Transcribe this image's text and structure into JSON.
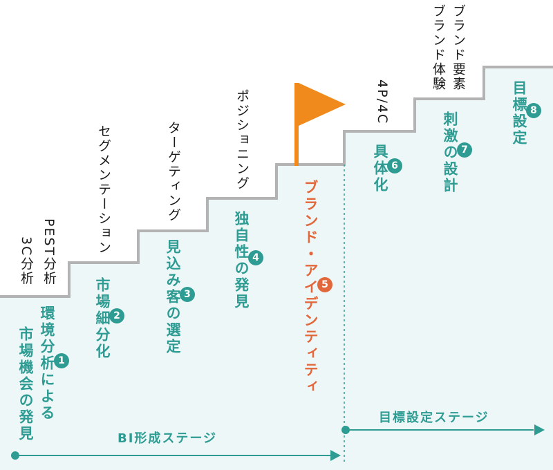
{
  "colors": {
    "step_fill": "#eef7f8",
    "staircase_line": "#b3b3b3",
    "accent": "#2e9c93",
    "highlight": "#e2673b",
    "flag": "#f08a1c",
    "text": "#1a1a1a"
  },
  "steps": [
    {
      "number": "1",
      "label": "環境分析による市場機会の発見",
      "lines": [
        "環境分析による",
        "市場機会の発見"
      ],
      "above": [
        "PEST分析",
        "3C分析"
      ],
      "highlight": false
    },
    {
      "number": "2",
      "label": "市場細分化",
      "lines": [
        "市場細分化"
      ],
      "above": [
        "セグメンテーション"
      ],
      "highlight": false
    },
    {
      "number": "3",
      "label": "見込み客の選定",
      "lines": [
        "見込み客の選定"
      ],
      "above": [
        "ターゲティング"
      ],
      "highlight": false
    },
    {
      "number": "4",
      "label": "独自性の発見",
      "lines": [
        "独自性の発見"
      ],
      "above": [
        "ポジショニング"
      ],
      "highlight": false
    },
    {
      "number": "5",
      "label": "ブランド・アイデンティティ",
      "lines": [
        "ブランド・アイデンティティ"
      ],
      "above": [],
      "highlight": true
    },
    {
      "number": "6",
      "label": "具体化",
      "lines": [
        "具体化"
      ],
      "above": [
        "4P/4C"
      ],
      "highlight": false
    },
    {
      "number": "7",
      "label": "刺激の設計",
      "lines": [
        "刺激の設計"
      ],
      "above": [
        "ブランド要素",
        "ブランド体験"
      ],
      "highlight": false
    },
    {
      "number": "8",
      "label": "目標設定",
      "lines": [
        "目標設定"
      ],
      "above": [],
      "highlight": false
    }
  ],
  "stages": [
    {
      "label": "BI形成ステージ"
    },
    {
      "label": "目標設定ステージ"
    }
  ],
  "flag_icon": "flag-icon"
}
